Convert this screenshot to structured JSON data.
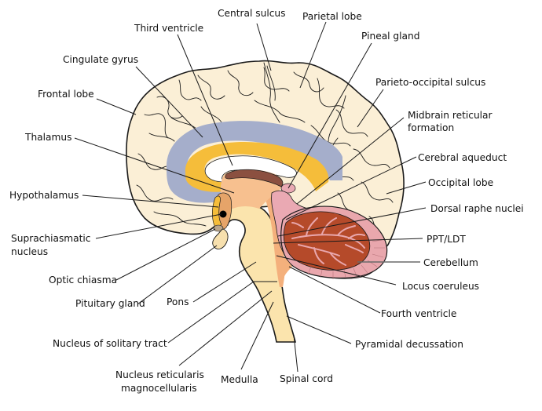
{
  "figure": {
    "title": "Sagittal section of the human brain",
    "colors": {
      "cortex": "#fbefd6",
      "cingulate_band": "#a5aecb",
      "corpus_callosum": "#f5bd3a",
      "thalamus": "#f7c08f",
      "third_ventricle_roof": "#8b5040",
      "hypothalamus": "#e6a469",
      "pineal": "#eaa9b3",
      "brainstem": "#fbe4ad",
      "cerebellum_outer": "#e9a7ad",
      "cerebellum_inner": "#b54a2a",
      "midbrain_tegmentum": "#f4b07c",
      "pituitary": "#f7e0ae",
      "optic_chiasma": "#b9a58a",
      "scn_dot": "#000000"
    }
  },
  "labels": {
    "central_sulcus": "Central sulcus",
    "parietal_lobe": "Parietal lobe",
    "third_ventricle": "Third ventricle",
    "pineal_gland": "Pineal gland",
    "cingulate_gyrus": "Cingulate gyrus",
    "frontal_lobe": "Frontal lobe",
    "parieto_occipital_sulcus": "Parieto-occipital sulcus",
    "midbrain_reticular_formation": [
      "Midbrain reticular",
      "formation"
    ],
    "thalamus": "Thalamus",
    "cerebral_aqueduct": "Cerebral aqueduct",
    "occipital_lobe": "Occipital lobe",
    "hypothalamus": "Hypothalamus",
    "dorsal_raphe_nuclei": "Dorsal raphe nuclei",
    "suprachiasmatic_nucleus": [
      "Suprachiasmatic",
      "nucleus"
    ],
    "ppt_ldt": "PPT/LDT",
    "cerebellum": "Cerebellum",
    "optic_chiasma": "Optic chiasma",
    "locus_coeruleus": "Locus coeruleus",
    "pituitary_gland": "Pituitary gland",
    "pons": "Pons",
    "fourth_ventricle": "Fourth ventricle",
    "nucleus_solitary_tract": "Nucleus of solitary tract",
    "pyramidal_decussation": "Pyramidal decussation",
    "nucleus_reticularis": [
      "Nucleus reticularis",
      "magnocellularis"
    ],
    "medulla": "Medulla",
    "spinal_cord": "Spinal cord"
  }
}
